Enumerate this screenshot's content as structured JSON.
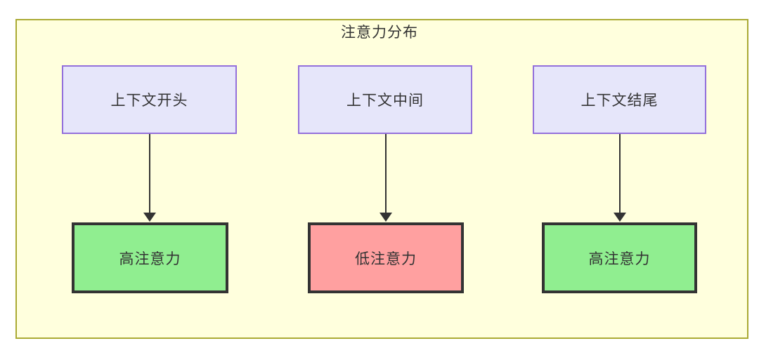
{
  "diagram": {
    "title": "注意力分布",
    "frame": {
      "background_color": "#ffffdd",
      "border_color": "#aaaa33"
    },
    "context_nodes": [
      {
        "label": "上下文开头",
        "fill": "#e6e6fa",
        "stroke": "#9370db"
      },
      {
        "label": "上下文中间",
        "fill": "#e6e6fa",
        "stroke": "#9370db"
      },
      {
        "label": "上下文结尾",
        "fill": "#e6e6fa",
        "stroke": "#9370db"
      }
    ],
    "attention_nodes": [
      {
        "label": "高注意力",
        "fill": "#90ee90",
        "stroke": "#333333",
        "level": "high"
      },
      {
        "label": "低注意力",
        "fill": "#ffa0a0",
        "stroke": "#333333",
        "level": "low"
      },
      {
        "label": "高注意力",
        "fill": "#90ee90",
        "stroke": "#333333",
        "level": "high"
      }
    ],
    "edges": [
      {
        "from": "上下文开头",
        "to": "高注意力"
      },
      {
        "from": "上下文中间",
        "to": "低注意力"
      },
      {
        "from": "上下文结尾",
        "to": "高注意力"
      }
    ]
  }
}
